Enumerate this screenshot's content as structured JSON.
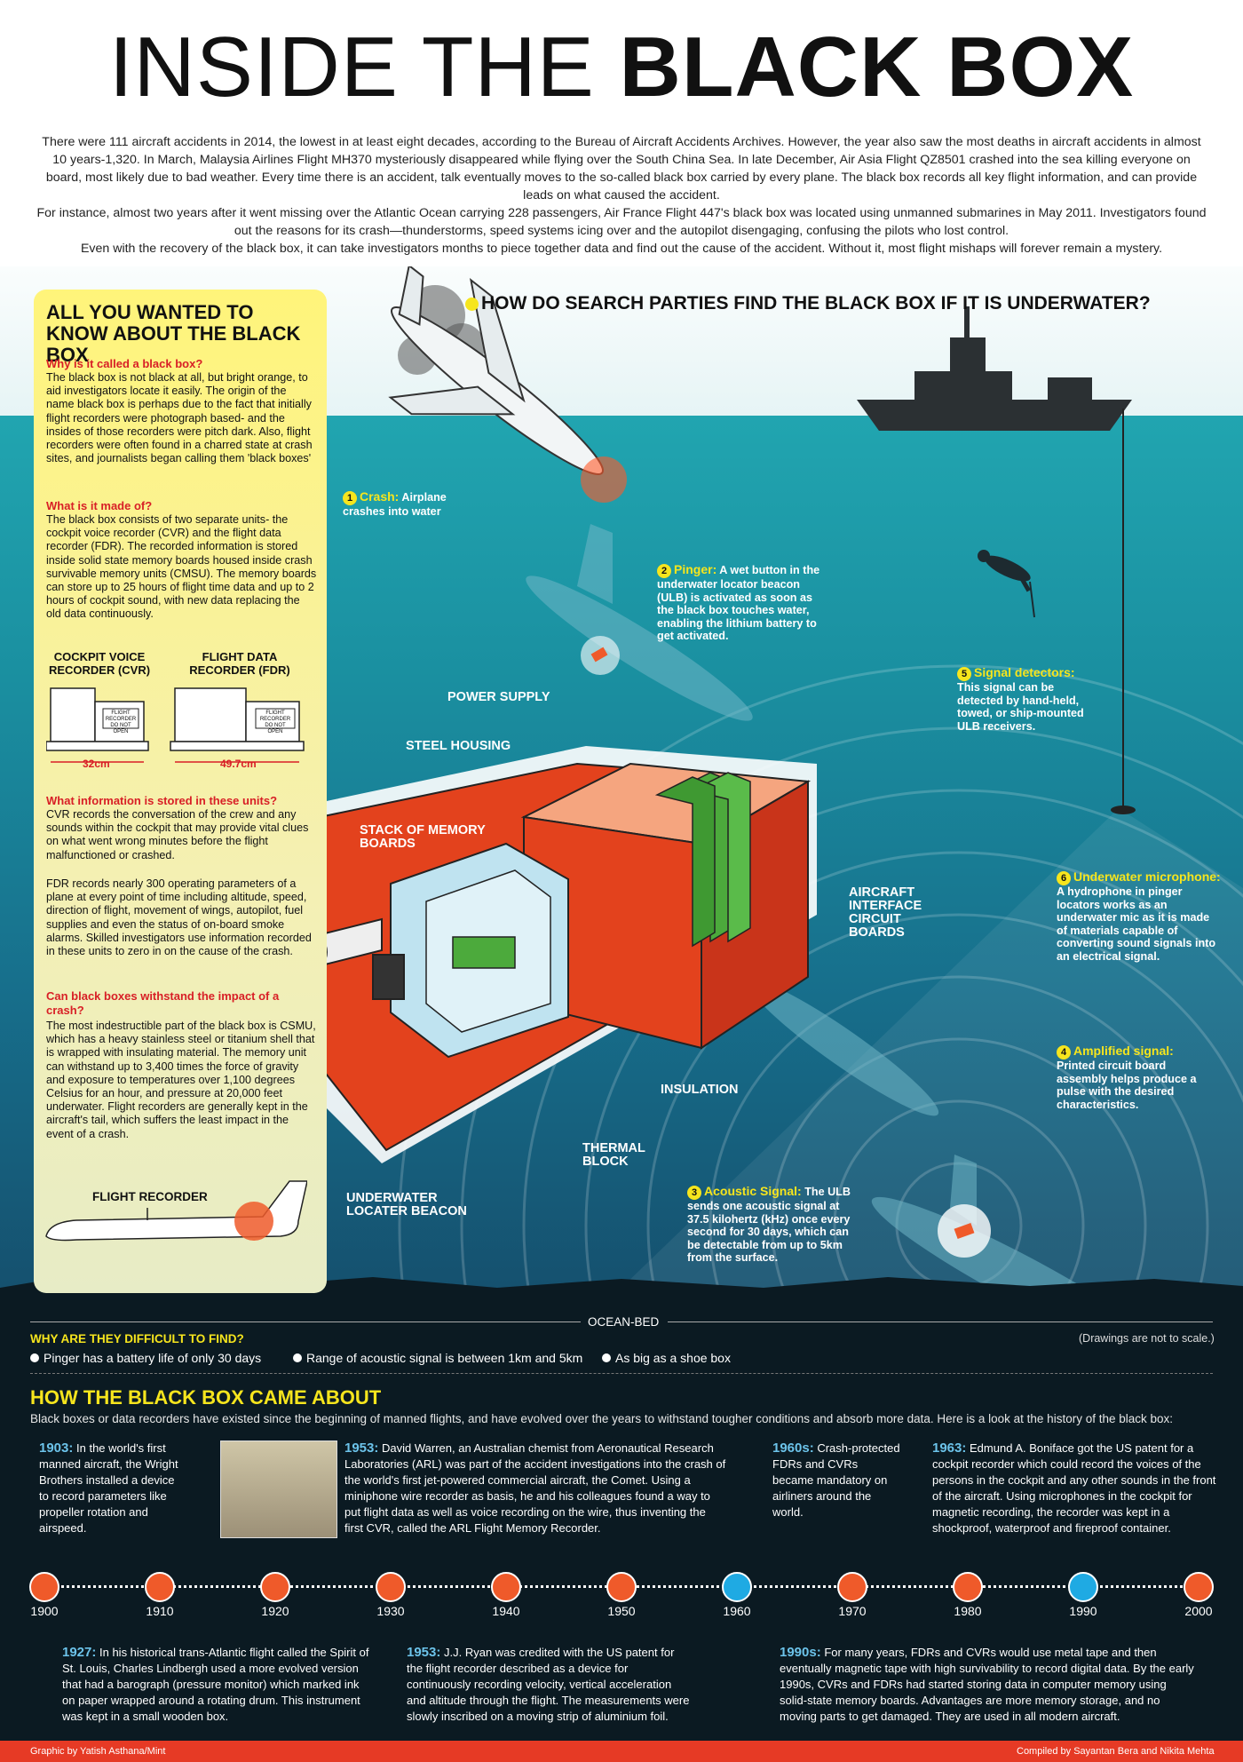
{
  "header": {
    "title_light": "INSIDE THE ",
    "title_bold": "BLACK BOX",
    "intro": [
      "There were 111 aircraft accidents in 2014, the lowest in at least eight decades, according to the Bureau of Aircraft Accidents Archives. However, the year also saw the most deaths in aircraft accidents in almost 10 years-1,320. In March, Malaysia Airlines Flight MH370 mysteriously disappeared while flying over the South China Sea. In late December, Air Asia Flight QZ8501 crashed into the sea killing everyone on board, most likely due to bad weather. Every time there is an accident, talk eventually moves to the so-called black box carried by every plane. The black box records all key flight information, and can provide leads on what caused the accident.",
      "For instance, almost two years after it went missing over the Atlantic Ocean carrying 228 passengers, Air France Flight 447's black box was located using unmanned submarines in May 2011. Investigators found out the reasons for its crash—thunderstorms, speed systems icing over and the autopilot disengaging, confusing the pilots who lost control.",
      "Even with the recovery of the black box, it can take investigators months to piece together data and find out the cause of the accident. Without it, most flight mishaps will forever remain a mystery."
    ]
  },
  "faq": {
    "title": "ALL YOU WANTED TO KNOW ABOUT THE BLACK BOX",
    "q1": "Why is it called a black box?",
    "a1": "The black box is not black at all, but bright orange, to aid investigators locate it easily. The origin of the name black box is perhaps due to the fact that initially flight recorders were photograph based- and the insides of those recorders were pitch dark. Also, flight recorders were often found in a charred state at crash sites, and journalists began calling them 'black boxes'",
    "q2": "What is it made of?",
    "a2": "The black box consists of two separate units- the cockpit voice recorder (CVR) and the flight data recorder (FDR). The recorded information is stored inside solid state memory boards housed inside crash survivable memory units (CMSU). The memory boards can store up to 25 hours of flight time data and up to 2 hours of cockpit sound, with new data replacing the old data continuously.",
    "cvr_label": "COCKPIT VOICE RECORDER (CVR)",
    "fdr_label": "FLIGHT DATA RECORDER (FDR)",
    "cvr_dim": "32cm",
    "fdr_dim": "49.7cm",
    "box_label1": "FLIGHT RECORDER",
    "box_label2": "DO NOT OPEN",
    "q3": "What information is stored in these units?",
    "a3a": "CVR records the conversation of the crew and any sounds within the cockpit that may provide vital clues on what went wrong minutes before the flight malfunctioned or crashed.",
    "a3b": "FDR records nearly 300 operating parameters of a plane at every point of time including altitude, speed, direction of flight, movement of wings, autopilot, fuel supplies and even the status of on-board smoke alarms. Skilled investigators use information recorded in these units to zero in on the cause of the crash.",
    "q4": "Can black boxes withstand the impact of a crash?",
    "a4": "The most indestructible part of the black box is CSMU, which has a heavy stainless steel or titanium shell that is wrapped with insulating material. The memory unit can withstand up to 3,400 times the force of gravity and exposure to temperatures over 1,100 degrees Celsius for an hour, and pressure at 20,000 feet underwater. Flight recorders are generally kept in the aircraft's tail, which suffers the least impact in the event of a crash.",
    "flight_recorder": "FLIGHT RECORDER"
  },
  "search": {
    "title": "HOW DO SEARCH PARTIES FIND THE BLACK BOX IF IT IS UNDERWATER?",
    "steps": [
      {
        "n": "1",
        "head": "Crash:",
        "text": "Airplane crashes into water"
      },
      {
        "n": "2",
        "head": "Pinger:",
        "text": "A wet button in the underwater locator beacon (ULB) is activated as soon as the black box touches water, enabling the lithium battery to get activated."
      },
      {
        "n": "3",
        "head": "Acoustic Signal:",
        "text": "The ULB sends one acoustic signal at 37.5 kilohertz (kHz) once every second for 30 days, which can be detectable from up to 5km from the surface."
      },
      {
        "n": "4",
        "head": "Amplified signal:",
        "text": "Printed circuit board assembly helps produce a pulse with the desired characteristics."
      },
      {
        "n": "5",
        "head": "Signal detectors:",
        "text": "This signal can be detected by hand-held, towed, or ship-mounted ULB receivers."
      },
      {
        "n": "6",
        "head": "Underwater microphone:",
        "text": "A hydrophone in pinger locators works as an underwater mic as it is made of materials capable of converting sound signals into an electrical signal."
      }
    ],
    "parts": {
      "power": "POWER SUPPLY",
      "steel": "STEEL HOUSING",
      "memory": "STACK OF MEMORY BOARDS",
      "aircraft": "AIRCRAFT INTERFACE CIRCUIT BOARDS",
      "insulation": "INSULATION",
      "thermal": "THERMAL BLOCK",
      "beacon": "UNDERWATER LOCATER BEACON"
    }
  },
  "bottom": {
    "ocean_bed": "OCEAN-BED",
    "drawings_note": "(Drawings are not to scale.)",
    "why_title": "WHY ARE THEY DIFFICULT TO FIND?",
    "why": [
      "Pinger has a battery life of only 30 days",
      "Range of acoustic signal is between 1km and 5km",
      "As big as a shoe box"
    ],
    "history_title": "HOW THE BLACK BOX CAME ABOUT",
    "history_intro": "Black boxes or data recorders have existed since the beginning of manned flights, and have evolved over the years to withstand tougher conditions and absorb more data. Here is a look at the history of the black box:"
  },
  "timeline": {
    "years": [
      "1900",
      "1910",
      "1920",
      "1930",
      "1940",
      "1950",
      "1960",
      "1970",
      "1980",
      "1990",
      "2000"
    ],
    "events_top": [
      {
        "year": "1903:",
        "text": "In the world's first manned aircraft, the Wright Brothers installed a device to record parameters like propeller rotation and airspeed."
      },
      {
        "year": "1953:",
        "text": "David Warren, an Australian chemist from Aeronautical Research Laboratories (ARL) was part of the accident investigations into the crash of the world's first jet-powered commercial aircraft, the Comet. Using a miniphone wire recorder as basis, he and his colleagues found a way to put flight data as well as voice recording on the wire, thus inventing the first CVR, called the ARL Flight Memory Recorder."
      },
      {
        "year": "1960s:",
        "text": "Crash-protected FDRs and CVRs became mandatory on airliners around the world."
      },
      {
        "year": "1963:",
        "text": "Edmund A. Boniface got the US patent for a cockpit recorder which could record the voices of the persons in the cockpit and any other sounds in the front of the aircraft. Using microphones in the cockpit for magnetic recording, the recorder was kept in a shockproof, waterproof and fireproof container."
      }
    ],
    "events_bottom": [
      {
        "year": "1927:",
        "text": "In his historical trans-Atlantic flight called the Spirit of St. Louis, Charles Lindbergh used a more evolved version that had a barograph (pressure monitor) which marked ink on paper wrapped around a rotating drum. This instrument was kept in a small wooden box."
      },
      {
        "year": "1953:",
        "text": "J.J. Ryan was credited with the US patent for the flight recorder described as a device for continuously recording velocity, vertical acceleration and altitude through the flight. The measurements were slowly inscribed on a moving strip of aluminium foil."
      },
      {
        "year": "1990s:",
        "text": "For many years, FDRs and CVRs would use metal tape and then eventually magnetic tape with high survivability to record digital data. By the early 1990s, CVRs and FDRs had started storing data in computer memory using solid-state memory boards. Advantages are more memory storage, and no moving parts to get damaged. They are used in all modern aircraft."
      }
    ]
  },
  "footer": {
    "left": "Graphic by Yatish Asthana/Mint",
    "right": "Compiled by Sayantan Bera and Nikita Mehta"
  },
  "colors": {
    "orange": "#ef5a2a",
    "yellow": "#f6e51d",
    "sea": "#1a8fa0",
    "red": "#d81f26"
  }
}
